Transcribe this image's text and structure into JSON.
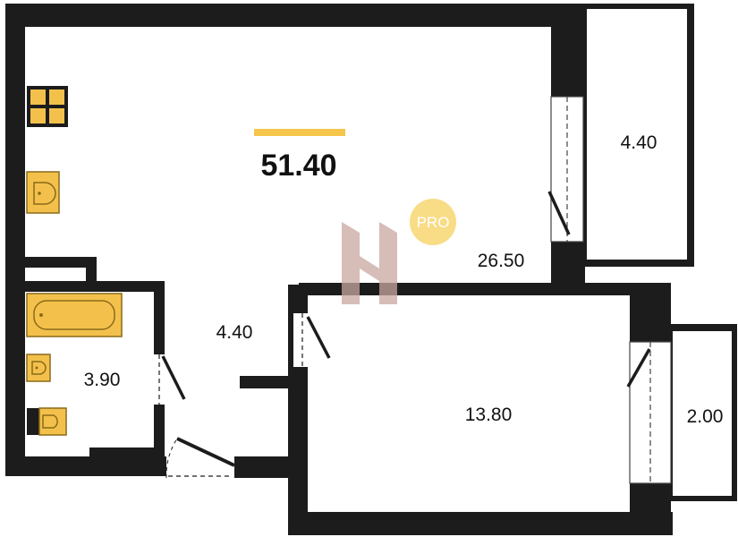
{
  "plan": {
    "total_area": "51.40",
    "rooms": {
      "living_kitchen": "26.50",
      "loggia_top": "4.40",
      "hallway": "4.40",
      "bathroom": "3.90",
      "bedroom": "13.80",
      "balcony_right": "2.00"
    },
    "badge": "PRO",
    "watermark": "H"
  },
  "colors": {
    "wall": "#1c1c1c",
    "accent": "#f5c64a",
    "fixture": "#f3c14b",
    "fixture_stroke": "#8a6a1a",
    "watermark": "#c9a7a0",
    "badge_bg": "#f8dc86"
  }
}
